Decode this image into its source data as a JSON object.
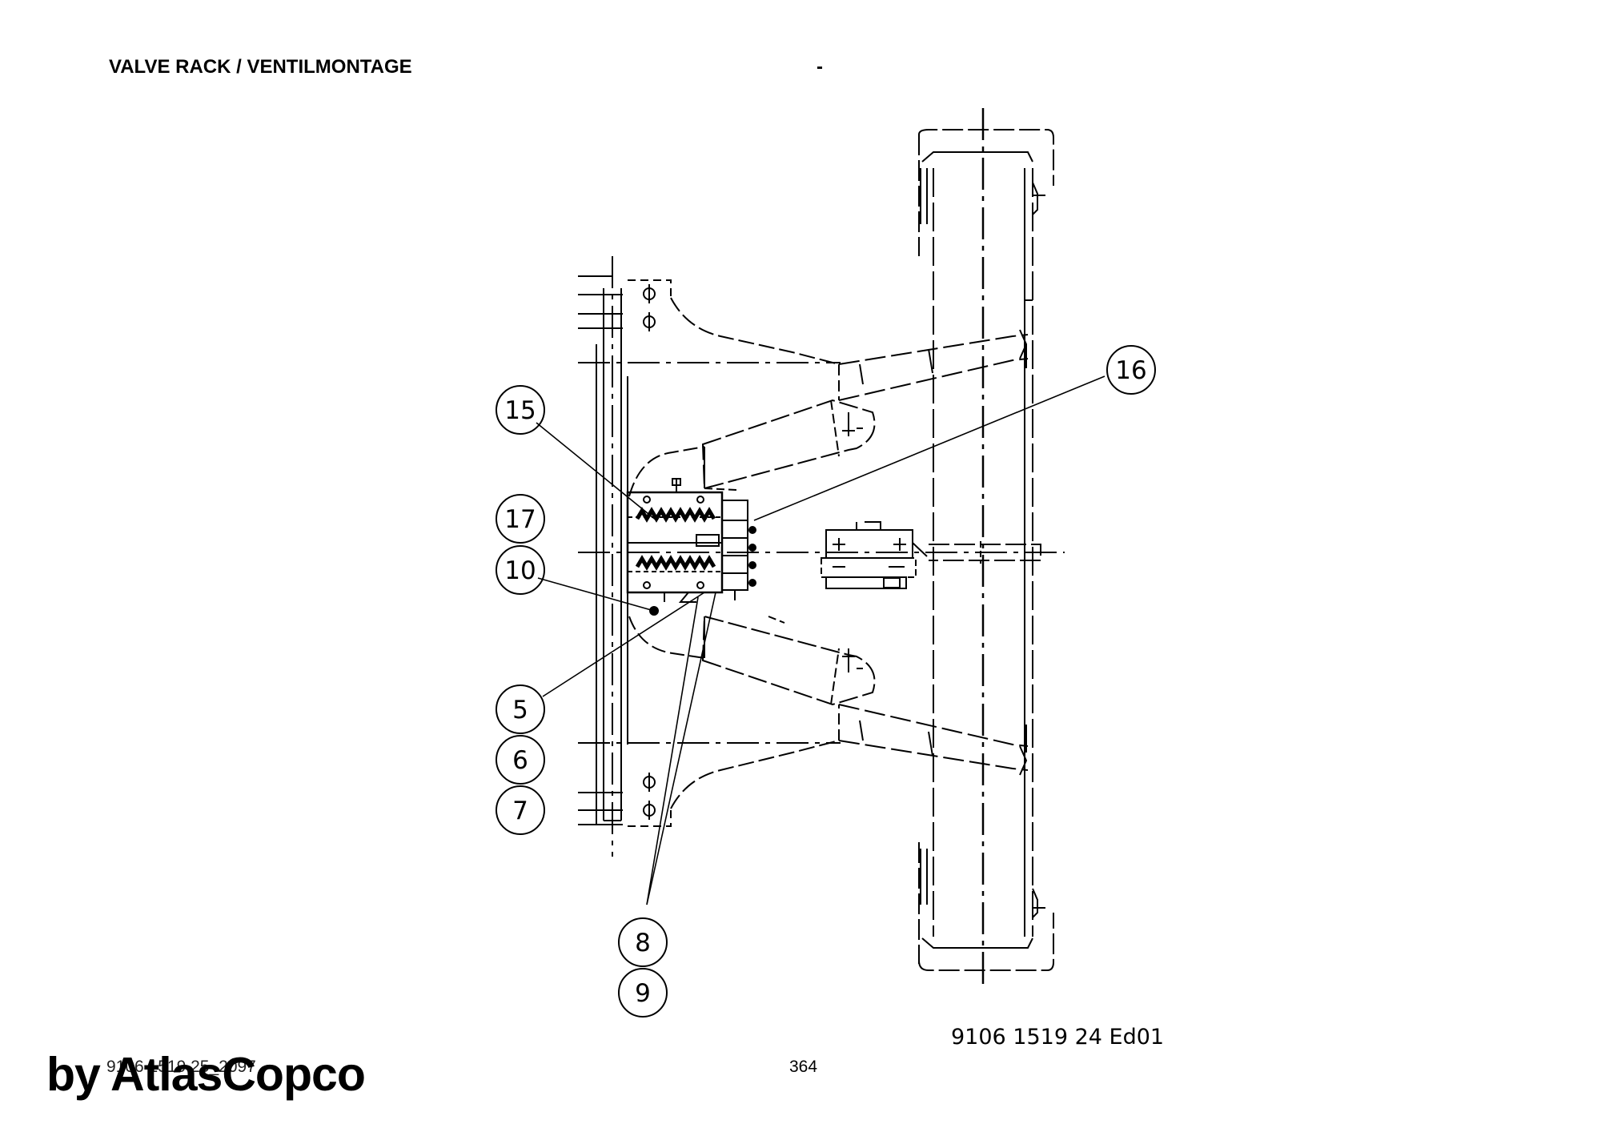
{
  "header": {
    "title": "VALVE RACK / VENTILMONTAGE",
    "dash": "-"
  },
  "callouts": [
    "15",
    "17",
    "10",
    "5",
    "6",
    "7",
    "16",
    "8",
    "9"
  ],
  "footer": {
    "drawing_number": "9106 1519 24  Ed01",
    "doc_ref": "9106 1519 25_2097",
    "page": "364",
    "brand": "by AtlasCopco"
  }
}
